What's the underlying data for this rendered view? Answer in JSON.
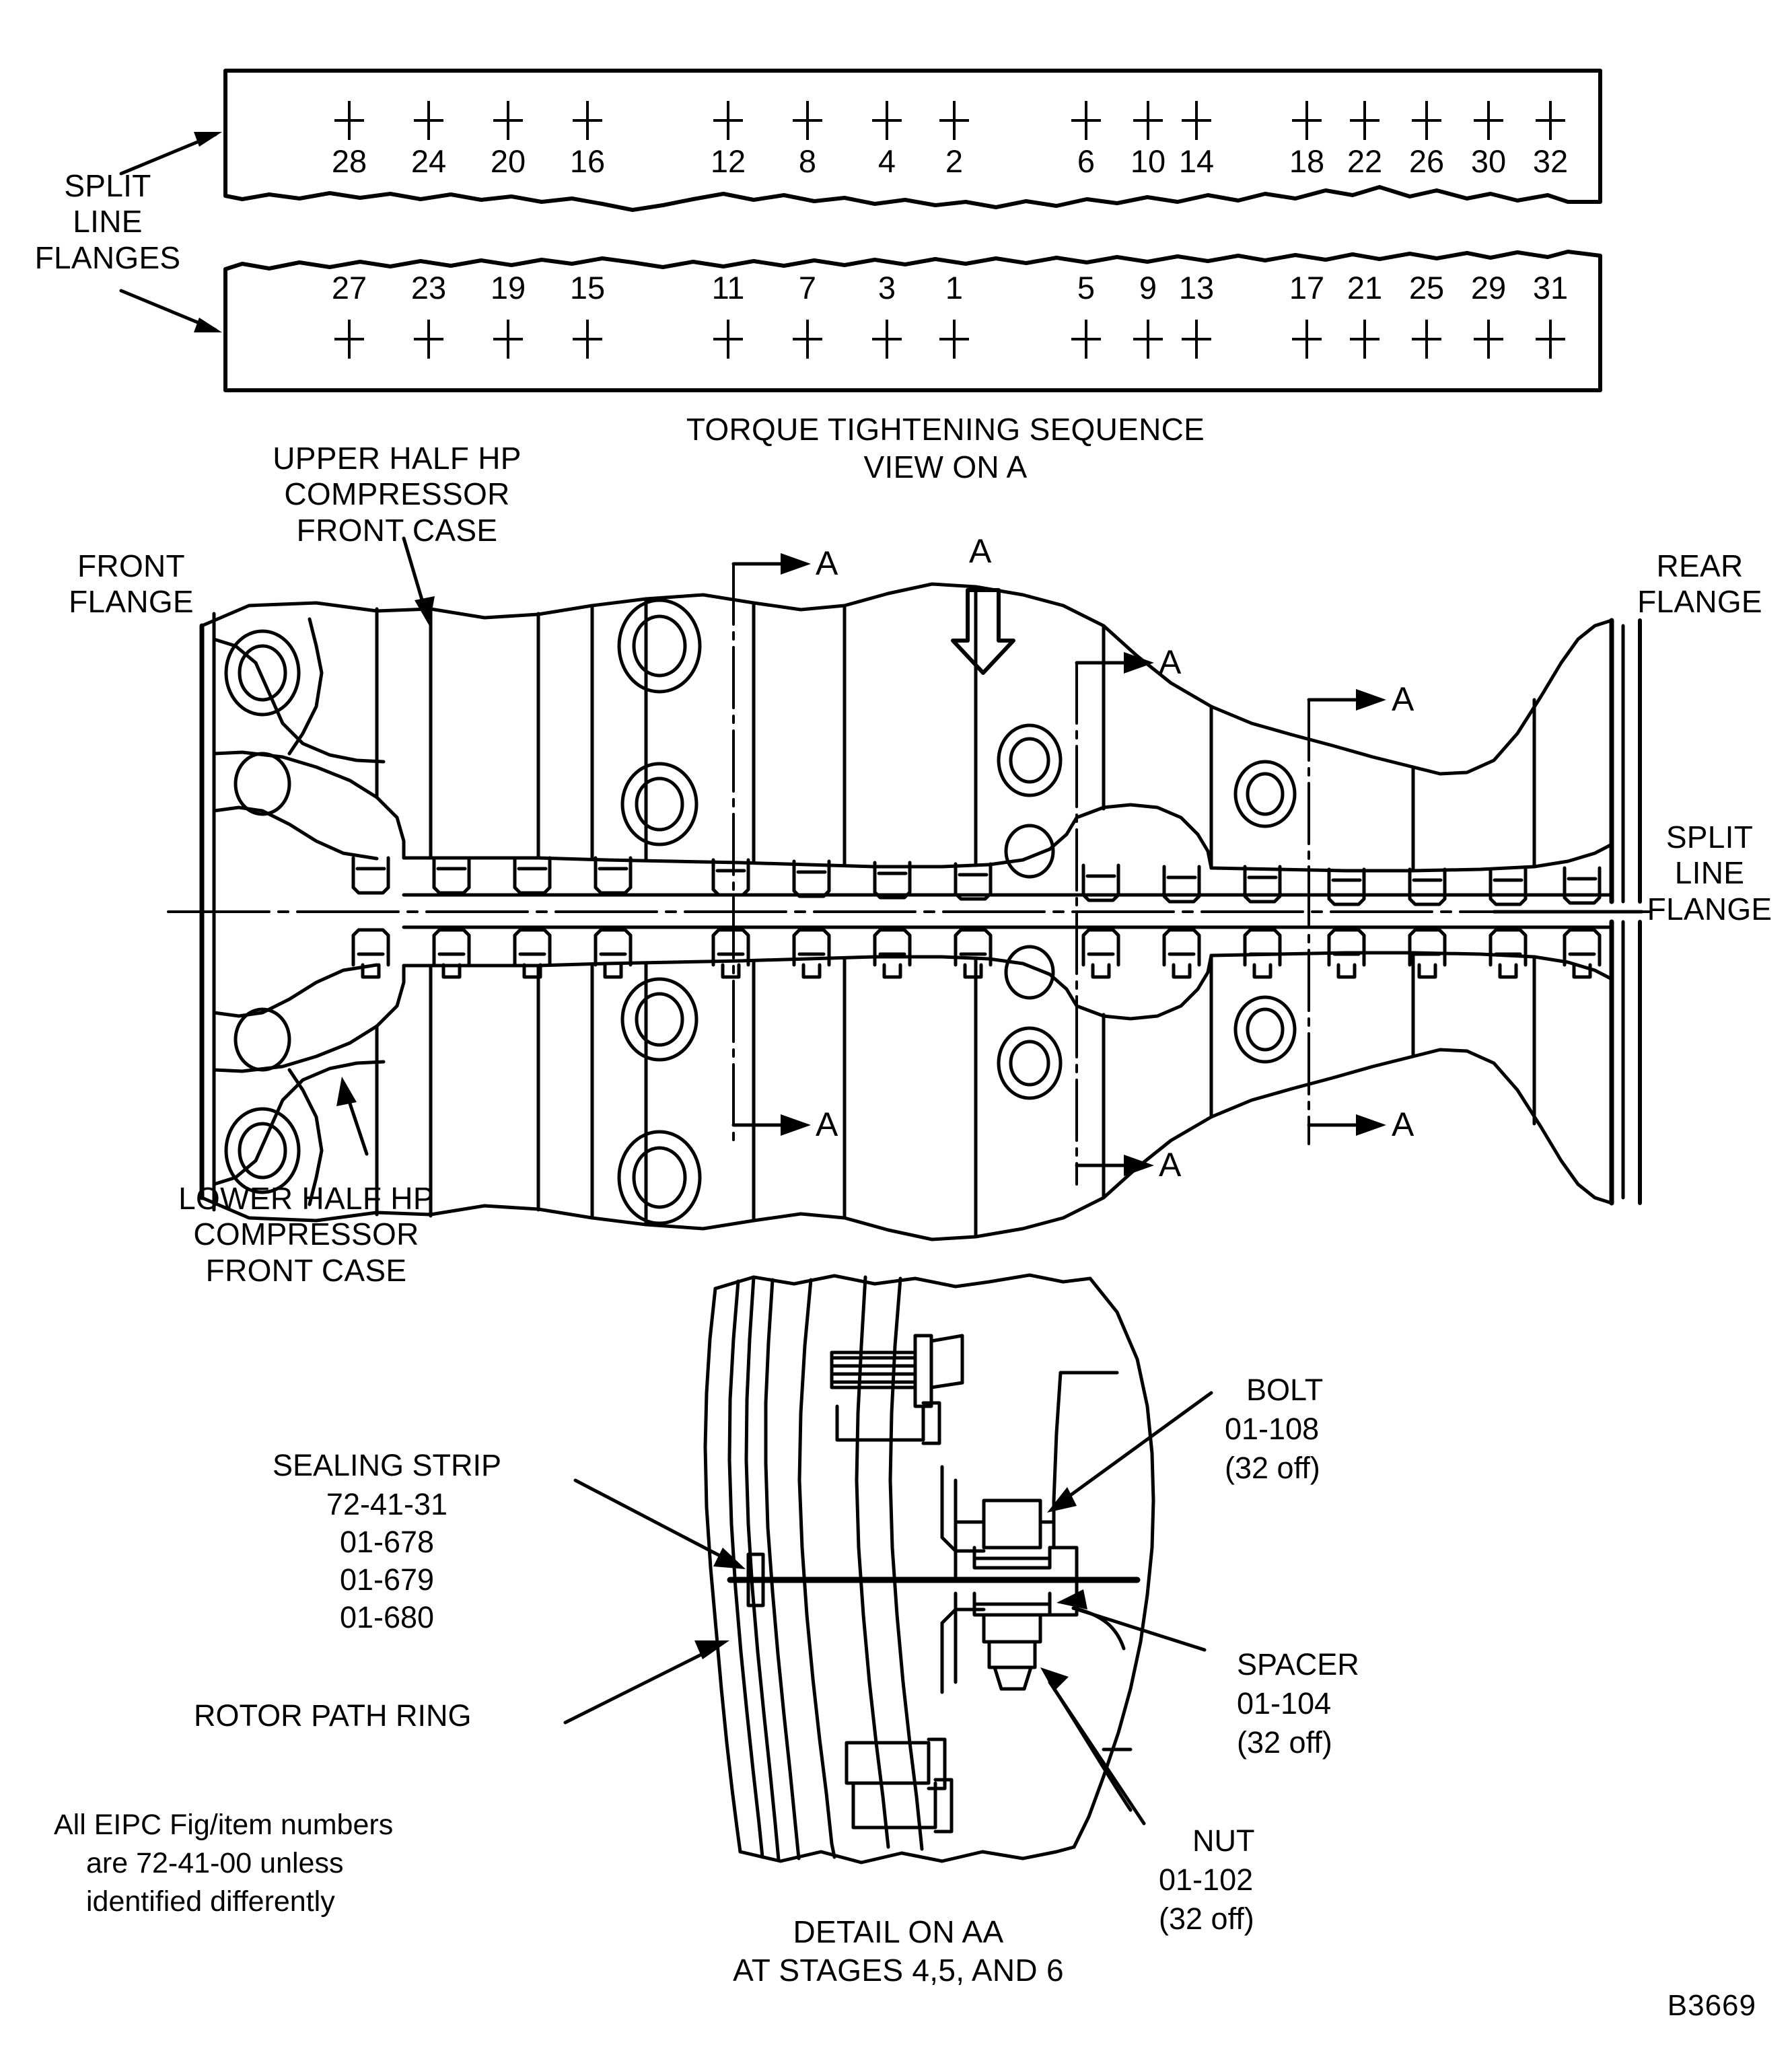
{
  "figure": {
    "code": "B3669",
    "title": "HP COMPRESSOR FRONT CASE — TORQUE TIGHTENING SEQUENCE"
  },
  "flange_view": {
    "title_line1": "TORQUE TIGHTENING SEQUENCE",
    "title_line2": "VIEW ON A",
    "left_label": "SPLIT\nLINE\nFLANGES",
    "upper_flange_sequence": [
      28,
      24,
      20,
      16,
      12,
      8,
      4,
      2,
      6,
      10,
      14,
      18,
      22,
      26,
      30,
      32
    ],
    "lower_flange_sequence": [
      27,
      23,
      19,
      15,
      11,
      7,
      3,
      1,
      5,
      9,
      13,
      17,
      21,
      25,
      29,
      31
    ]
  },
  "section_view": {
    "front_flange_label": "FRONT\nFLANGE",
    "rear_flange_label": "REAR\nFLANGE",
    "upper_half_label": "UPPER HALF HP\nCOMPRESSOR\nFRONT CASE",
    "lower_half_label": "LOWER HALF HP\nCOMPRESSOR\nFRONT CASE",
    "split_line_flange_label": "SPLIT\nLINE\nFLANGE",
    "section_marks": [
      "A",
      "A",
      "A",
      "A",
      "A",
      "A",
      "A"
    ],
    "view_arrow_label": "A"
  },
  "detail_view": {
    "caption_line1": "DETAIL ON AA",
    "caption_line2": "AT STAGES 4,5, AND 6",
    "callouts": [
      {
        "name": "sealing-strip",
        "title": "SEALING STRIP",
        "lines": [
          "72-41-31",
          "01-678",
          "01-679",
          "01-680"
        ]
      },
      {
        "name": "rotor-path-ring",
        "title": "ROTOR PATH RING",
        "lines": []
      },
      {
        "name": "bolt",
        "title": "BOLT",
        "lines": [
          "01-108",
          "(32 off)"
        ]
      },
      {
        "name": "spacer",
        "title": "SPACER",
        "lines": [
          "01-104",
          "(32 off)"
        ]
      },
      {
        "name": "nut",
        "title": "NUT",
        "lines": [
          "01-102",
          "(32 off)"
        ]
      }
    ]
  },
  "note": {
    "line1": "All EIPC Fig/item numbers",
    "line2": "are 72-41-00 unless",
    "line3": "identified differently"
  }
}
